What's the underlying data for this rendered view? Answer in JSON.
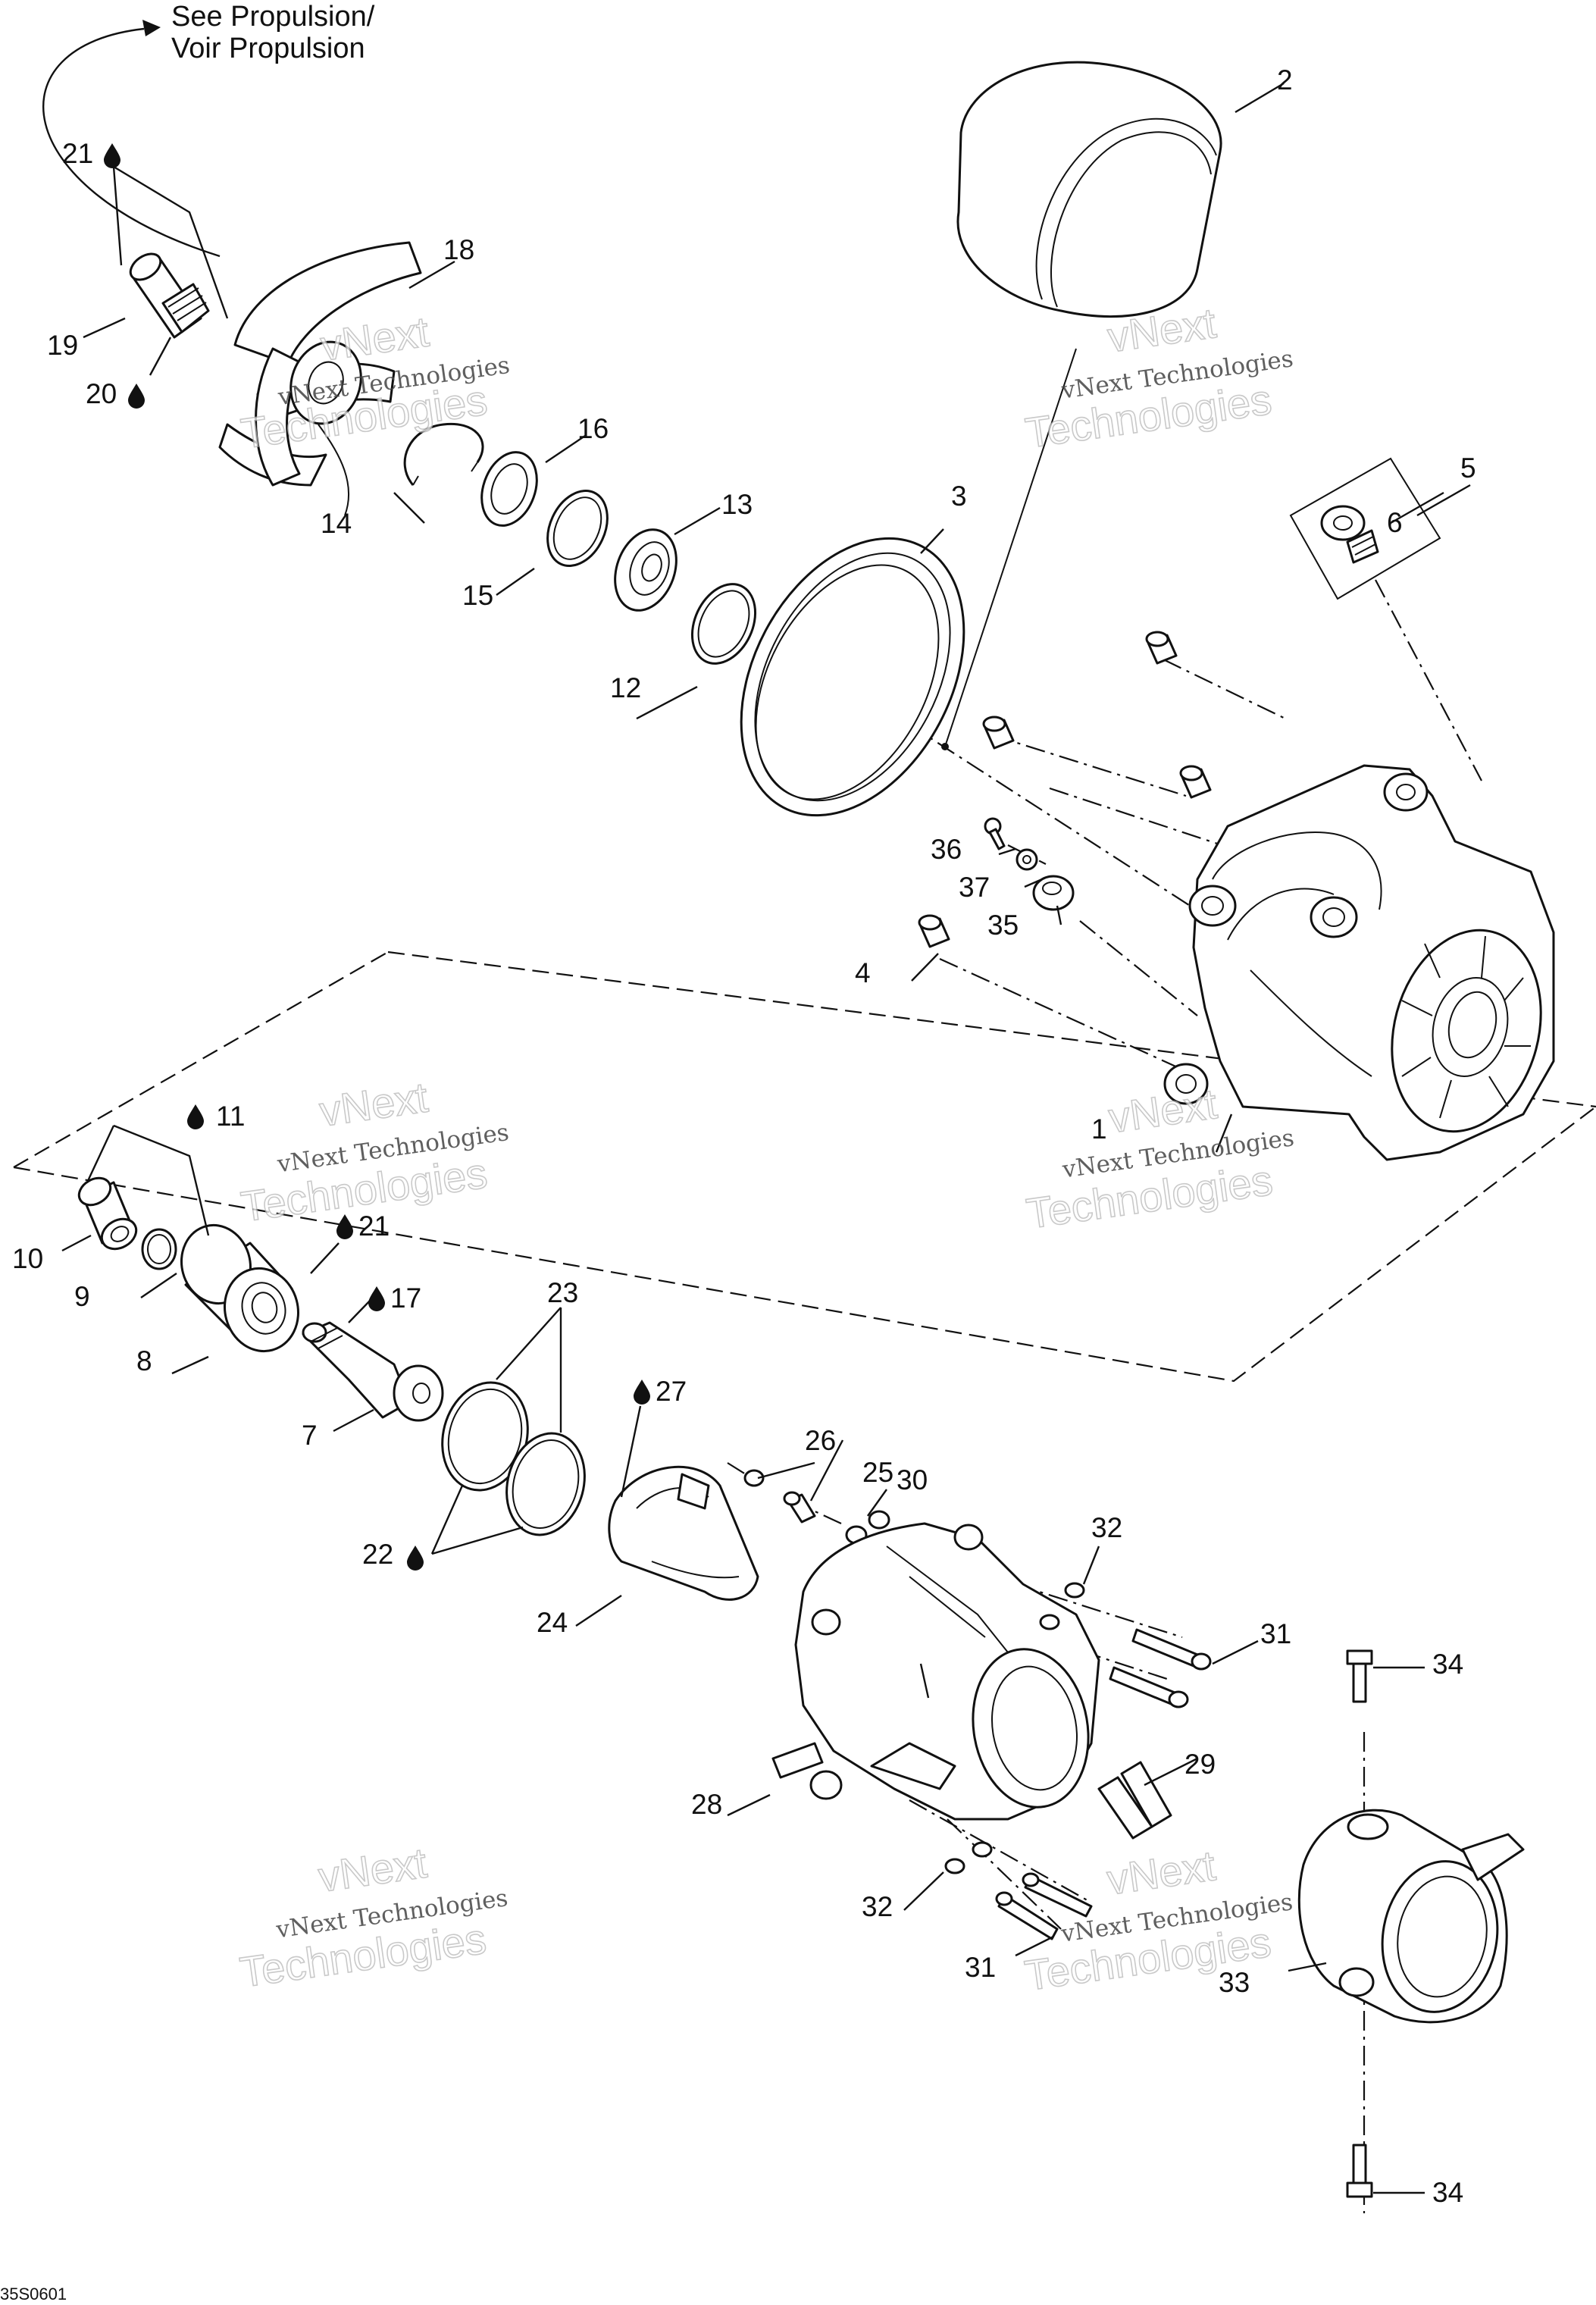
{
  "note": {
    "line1": "See Propulsion/",
    "line2": "Voir Propulsion"
  },
  "figure_code": "35S0601",
  "watermark": {
    "line1": "vNext Technologies",
    "line2": "Technologies",
    "line3": "vNext"
  },
  "labels": {
    "p1": "1",
    "p2": "2",
    "p3": "3",
    "p4": "4",
    "p5": "5",
    "p6": "6",
    "p7": "7",
    "p8": "8",
    "p9": "9",
    "p10": "10",
    "p11": "11",
    "p12": "12",
    "p13": "13",
    "p14": "14",
    "p15": "15",
    "p16": "16",
    "p17": "17",
    "p18": "18",
    "p19": "19",
    "p20": "20",
    "p21a": "21",
    "p21b": "21",
    "p22": "22",
    "p23": "23",
    "p24": "24",
    "p25": "25",
    "p26": "26",
    "p27": "27",
    "p28": "28",
    "p29": "29",
    "p30": "30",
    "p31a": "31",
    "p31b": "31",
    "p32a": "32",
    "p32b": "32",
    "p33": "33",
    "p34a": "34",
    "p34b": "34",
    "p35": "35",
    "p36": "36",
    "p37": "37"
  },
  "icons": {
    "lubricant": "oil-drop-icon"
  }
}
